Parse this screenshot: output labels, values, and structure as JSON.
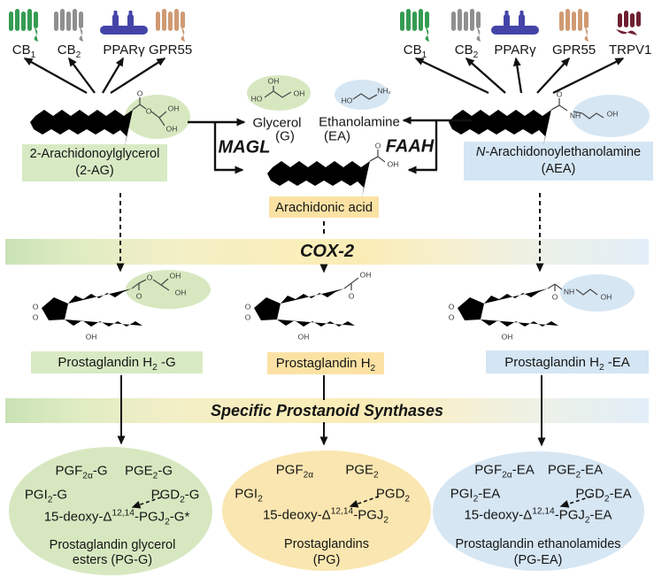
{
  "receptors": {
    "left": [
      {
        "label": "CB_{1}",
        "color": "#359c52"
      },
      {
        "label": "CB_{2}",
        "color": "#8f8f8f"
      },
      {
        "label": "PPARγ",
        "color": "#4444a8"
      },
      {
        "label": "GPR55",
        "color": "#d09a72"
      }
    ],
    "right": [
      {
        "label": "CB_{1}",
        "color": "#359c52"
      },
      {
        "label": "CB_{2}",
        "color": "#8f8f8f"
      },
      {
        "label": "PPARγ",
        "color": "#4444a8"
      },
      {
        "label": "GPR55",
        "color": "#d09a72"
      },
      {
        "label": "TRPV1",
        "color": "#6e2031"
      }
    ]
  },
  "enzymes": {
    "magl": "MAGL",
    "faah": "FAAH",
    "cox2": "COX-2",
    "synthases": "Specific Prostanoid Synthases"
  },
  "small_products": {
    "glycerol": {
      "name": "Glycerol",
      "abbr": "(G)"
    },
    "ethanolamine": {
      "name": "Ethanolamine",
      "abbr": "(EA)"
    }
  },
  "endocannabinoids": {
    "ag2": {
      "prefix": "2",
      "name": "-Arachidonoylglycerol",
      "abbr": "(2-AG)"
    },
    "aea": {
      "prefix": "N",
      "name": "-Arachidonoylethanolamine",
      "abbr": "(AEA)"
    }
  },
  "intermediates": {
    "aa": "Arachidonic acid",
    "pgh2_g": "Prostaglandin H_{2} -G",
    "pgh2": "Prostaglandin H_{2}",
    "pgh2_ea": "Prostaglandin H_{2} -EA"
  },
  "products": {
    "pg_g": {
      "row1": [
        "PGF_{2α}-G",
        "PGE_{2}-G"
      ],
      "row2": [
        "PGI_{2}-G",
        "PGD_{2}-G"
      ],
      "row3": "15-deoxy-Δ^{12,14}-PGJ_{2}-G*",
      "caption1": "Prostaglandin glycerol",
      "caption2": "esters (PG-G)"
    },
    "pg": {
      "row1": [
        "PGF_{2α}",
        "PGE_{2}"
      ],
      "row2": [
        "PGI_{2}",
        "PGD_{2}"
      ],
      "row3": "15-deoxy-Δ^{12,14}-PGJ_{2}",
      "caption1": "Prostaglandins",
      "caption2": "(PG)"
    },
    "pg_ea": {
      "row1": [
        "PGF_{2α}-EA",
        "PGE_{2}-EA"
      ],
      "row2": [
        "PGI_{2}-EA",
        "PGD_{2}-EA"
      ],
      "row3": "15-deoxy-Δ^{12,14}-PGJ_{2}-EA",
      "caption1": "Prostaglandin ethanolamides",
      "caption2": "(PG-EA)"
    }
  },
  "atoms": {
    "o": "O",
    "oh": "OH",
    "ho": "HO",
    "nh": "NH",
    "nh2": "NH₂"
  },
  "colors": {
    "green_fill": "#d7e8c0",
    "yellow_fill": "#fbe2a4",
    "blue_fill": "#d6e6f3",
    "band_green": "#c9e2b6",
    "band_yellow": "#faeebb",
    "band_blue": "#e2edf8"
  }
}
